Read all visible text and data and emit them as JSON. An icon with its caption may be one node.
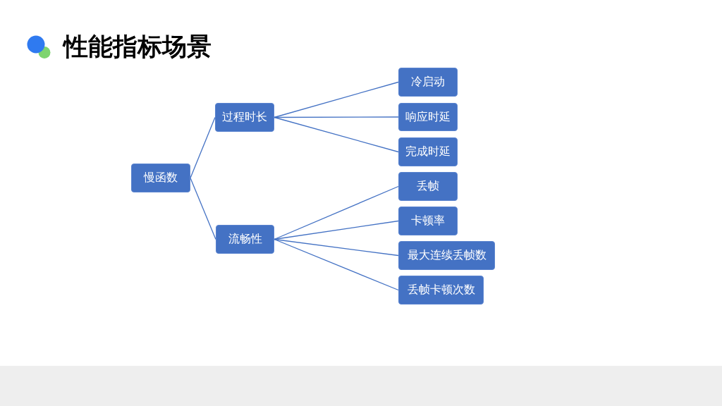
{
  "diagram": {
    "title": "性能指标场景",
    "nodes": [
      {
        "text": [
          "慢函数"
        ]
      },
      {
        "text": [
          "过程时长"
        ]
      },
      {
        "text": [
          "流畅性"
        ]
      },
      {
        "text": [
          "冷启动"
        ]
      },
      {
        "text": [
          "响应时延"
        ]
      },
      {
        "text": [
          "完成时延"
        ]
      },
      {
        "text": [
          "丢帧"
        ]
      },
      {
        "text": [
          "卡顿率"
        ]
      },
      {
        "text": [
          "最大连续丢帧数"
        ]
      },
      {
        "text": [
          "丢帧卡顿次数"
        ]
      }
    ],
    "edges": [
      {
        "from": 0,
        "to": 1,
        "arrow": "none"
      },
      {
        "from": 0,
        "to": 2,
        "arrow": "none"
      },
      {
        "from": 1,
        "to": 3,
        "arrow": "none"
      },
      {
        "from": 1,
        "to": 4,
        "arrow": "none"
      },
      {
        "from": 1,
        "to": 5,
        "arrow": "none"
      },
      {
        "from": 2,
        "to": 6,
        "arrow": "none"
      },
      {
        "from": 2,
        "to": 7,
        "arrow": "none"
      },
      {
        "from": 2,
        "to": 8,
        "arrow": "none"
      },
      {
        "from": 2,
        "to": 9,
        "arrow": "none"
      }
    ]
  }
}
